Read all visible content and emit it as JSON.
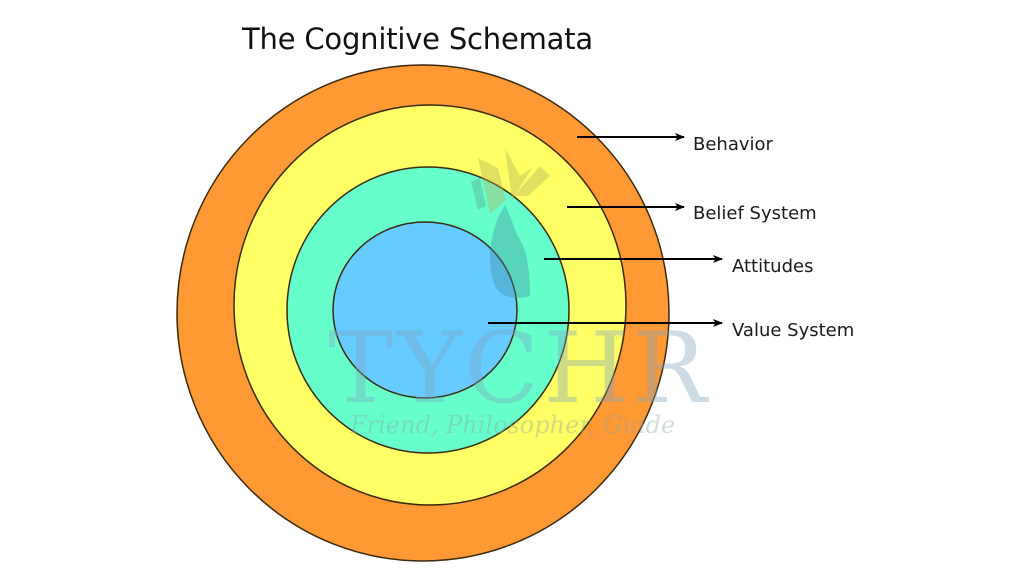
{
  "title": "The Cognitive Schemata",
  "diagram": {
    "type": "concentric-circles",
    "layers_outer_to_inner": [
      {
        "id": "behavior",
        "label": "Behavior",
        "color": "#FF9933"
      },
      {
        "id": "belief-system",
        "label": "Belief System",
        "color": "#FFFF66"
      },
      {
        "id": "attitudes",
        "label": "Attitudes",
        "color": "#66FFCC"
      },
      {
        "id": "value-system",
        "label": "Value System",
        "color": "#66CCFF"
      }
    ],
    "outline_color": "#3a2a10",
    "arrow_color": "#000000"
  },
  "watermark": {
    "brand": "TYCHR",
    "tagline": "Friend, Philosopher, Guide",
    "colors": {
      "leaf_primary": "#8fb8a0",
      "leaf_secondary": "#c9c36a",
      "text": "#7fa6bf"
    }
  }
}
